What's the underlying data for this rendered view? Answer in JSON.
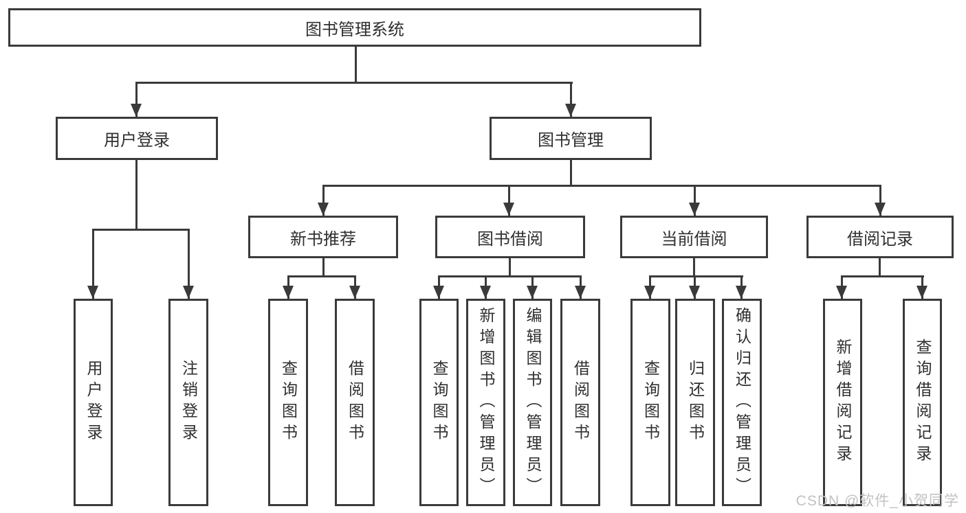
{
  "diagram": {
    "root": "图书管理系统",
    "branches": [
      {
        "label": "用户登录",
        "children": [
          "用户登录",
          "注销登录"
        ]
      },
      {
        "label": "图书管理",
        "children": [
          {
            "label": "新书推荐",
            "children": [
              "查询图书",
              "借阅图书"
            ]
          },
          {
            "label": "图书借阅",
            "children": [
              "查询图书",
              "新增图书（管理员）",
              "编辑图书（管理员）",
              "借阅图书"
            ]
          },
          {
            "label": "当前借阅",
            "children": [
              "查询图书",
              "归还图书",
              "确认归还（管理员）"
            ]
          },
          {
            "label": "借阅记录",
            "children": [
              "新增借阅记录",
              "查询借阅记录"
            ]
          }
        ]
      }
    ]
  },
  "watermark": "CSDN @软件_小贺同学",
  "colors": {
    "line": "#3a3a3a",
    "text": "#2f2f2f",
    "background": "#ffffff",
    "watermark": "#c2c2c2"
  }
}
